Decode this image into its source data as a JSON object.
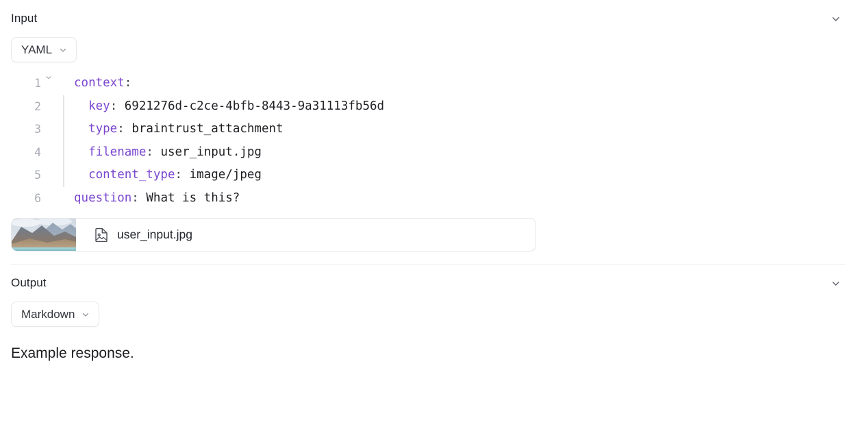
{
  "input": {
    "title": "Input",
    "collapse_icon": "chevron-down-icon",
    "format": {
      "label": "YAML",
      "caret_icon": "chevron-down-icon"
    },
    "code": {
      "language": "yaml",
      "lines": [
        {
          "number": "1",
          "foldable": true,
          "indent_guide": false,
          "key": "context",
          "punct": ":",
          "value": ""
        },
        {
          "number": "2",
          "foldable": false,
          "indent_guide": true,
          "key": "key",
          "punct": ":",
          "value": " 6921276d-c2ce-4bfb-8443-9a31113fb56d"
        },
        {
          "number": "3",
          "foldable": false,
          "indent_guide": true,
          "key": "type",
          "punct": ":",
          "value": " braintrust_attachment"
        },
        {
          "number": "4",
          "foldable": false,
          "indent_guide": true,
          "key": "filename",
          "punct": ":",
          "value": " user_input.jpg"
        },
        {
          "number": "5",
          "foldable": false,
          "indent_guide": true,
          "key": "content_type",
          "punct": ":",
          "value": " image/jpeg"
        },
        {
          "number": "6",
          "foldable": false,
          "indent_guide": false,
          "key": "question",
          "punct": ":",
          "value": " What is this?"
        }
      ],
      "key_indent": [
        "",
        "  ",
        "  ",
        "  ",
        "  ",
        ""
      ]
    },
    "attachment": {
      "filename": "user_input.jpg",
      "file_icon": "file-image-icon",
      "thumbnail_alt": "mountain-lake-photo"
    }
  },
  "output": {
    "title": "Output",
    "collapse_icon": "chevron-down-icon",
    "format": {
      "label": "Markdown",
      "caret_icon": "chevron-down-icon"
    },
    "body_text": "Example response."
  },
  "colors": {
    "yaml_key": "#7b46cf",
    "text_primary": "#23252c",
    "border": "#e6e7e9",
    "gutter": "#a9acb3",
    "divider": "#eeeff0"
  }
}
